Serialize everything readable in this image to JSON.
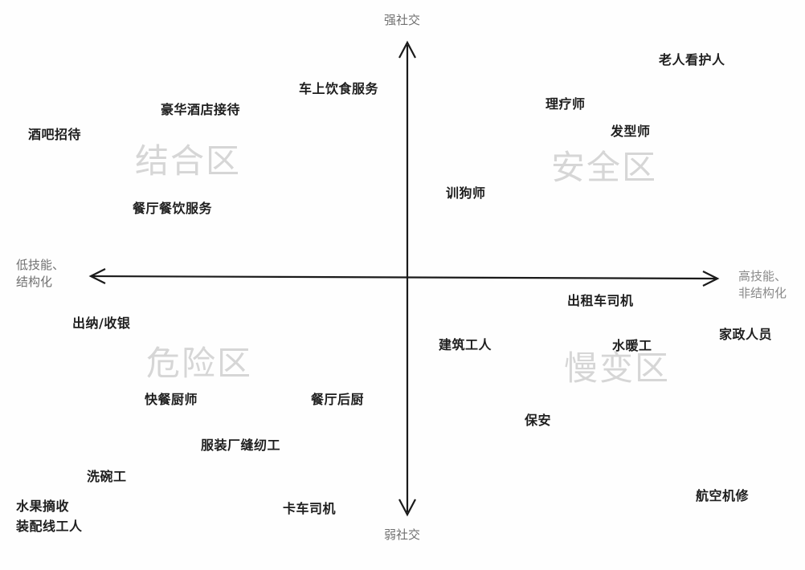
{
  "axes": {
    "y_top": "强社交",
    "y_bottom": "弱社交",
    "x_left_line1": "低技能、",
    "x_left_line2": "结构化",
    "x_right_line1": "高技能、",
    "x_right_line2": "非结构化"
  },
  "zones": {
    "top_left": "结合区",
    "top_right": "安全区",
    "bottom_left": "危险区",
    "bottom_right": "慢变区"
  },
  "jobs": {
    "elder_caregiver": "老人看护人",
    "train_catering": "车上饮食服务",
    "luxury_hotel_reception": "豪华酒店接待",
    "therapist": "理疗师",
    "bar_hostess": "酒吧招待",
    "hairstylist": "发型师",
    "dog_trainer": "训狗师",
    "restaurant_service": "餐厅餐饮服务",
    "taxi_driver": "出租车司机",
    "cashier": "出纳/收银",
    "housekeeper": "家政人员",
    "construction_worker": "建筑工人",
    "plumber": "水暖工",
    "fast_food_cook": "快餐厨师",
    "restaurant_kitchen": "餐厅后厨",
    "security_guard": "保安",
    "garment_seamstress": "服装厂缝纫工",
    "dishwasher": "洗碗工",
    "aircraft_maintenance": "航空机修",
    "fruit_picker": "水果摘收",
    "truck_driver": "卡车司机",
    "assembly_line_worker": "装配线工人"
  },
  "chart_data": {
    "type": "scatter",
    "title": "",
    "xlabel_left": "低技能、结构化",
    "xlabel_right": "高技能、非结构化",
    "ylabel_top": "强社交",
    "ylabel_bottom": "弱社交",
    "xlim": [
      -1,
      1
    ],
    "ylim": [
      -1,
      1
    ],
    "grid": false,
    "quadrants": [
      {
        "name": "结合区",
        "position": "top-left"
      },
      {
        "name": "安全区",
        "position": "top-right"
      },
      {
        "name": "危险区",
        "position": "bottom-left"
      },
      {
        "name": "慢变区",
        "position": "bottom-right"
      }
    ],
    "points": [
      {
        "label": "老人看护人",
        "x": 0.86,
        "y": 0.85
      },
      {
        "label": "车上饮食服务",
        "x": -0.18,
        "y": 0.73
      },
      {
        "label": "豪华酒店接待",
        "x": -0.61,
        "y": 0.66
      },
      {
        "label": "理疗师",
        "x": 0.47,
        "y": 0.66
      },
      {
        "label": "酒吧招待",
        "x": -0.89,
        "y": 0.55
      },
      {
        "label": "发型师",
        "x": 0.62,
        "y": 0.57
      },
      {
        "label": "训狗师",
        "x": 0.17,
        "y": 0.32
      },
      {
        "label": "餐厅餐饮服务",
        "x": -0.59,
        "y": 0.26
      },
      {
        "label": "出租车司机",
        "x": 0.59,
        "y": -0.09
      },
      {
        "label": "出纳/收银",
        "x": -0.77,
        "y": -0.17
      },
      {
        "label": "家政人员",
        "x": 0.87,
        "y": -0.22
      },
      {
        "label": "建筑工人",
        "x": 0.16,
        "y": -0.26
      },
      {
        "label": "水暖工",
        "x": 0.58,
        "y": -0.27
      },
      {
        "label": "快餐厨师",
        "x": -0.64,
        "y": -0.48
      },
      {
        "label": "餐厅后厨",
        "x": -0.22,
        "y": -0.48
      },
      {
        "label": "保安",
        "x": 0.37,
        "y": -0.54
      },
      {
        "label": "服装厂缝纫工",
        "x": -0.43,
        "y": -0.64
      },
      {
        "label": "洗碗工",
        "x": -0.74,
        "y": -0.77
      },
      {
        "label": "航空机修",
        "x": 0.82,
        "y": -0.84
      },
      {
        "label": "水果摘收",
        "x": -0.92,
        "y": -0.87
      },
      {
        "label": "卡车司机",
        "x": -0.26,
        "y": -0.88
      },
      {
        "label": "装配线工人",
        "x": -0.92,
        "y": -0.96
      }
    ]
  }
}
